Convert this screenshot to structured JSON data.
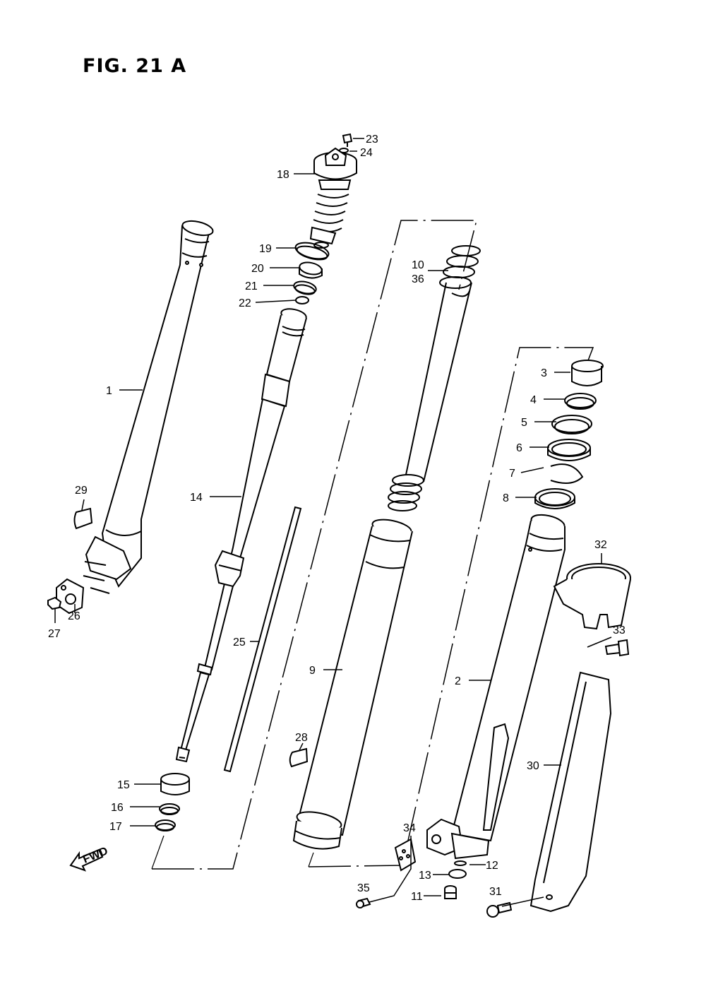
{
  "figure": {
    "title": "FIG. 21 A"
  },
  "fwd_label": "FWD",
  "callouts": [
    {
      "id": "c1",
      "text": "1"
    },
    {
      "id": "c2",
      "text": "2"
    },
    {
      "id": "c3",
      "text": "3"
    },
    {
      "id": "c4",
      "text": "4"
    },
    {
      "id": "c5",
      "text": "5"
    },
    {
      "id": "c6",
      "text": "6"
    },
    {
      "id": "c7",
      "text": "7"
    },
    {
      "id": "c8",
      "text": "8"
    },
    {
      "id": "c9",
      "text": "9"
    },
    {
      "id": "c10",
      "text": "10"
    },
    {
      "id": "c36",
      "text": "36"
    },
    {
      "id": "c11",
      "text": "11"
    },
    {
      "id": "c12",
      "text": "12"
    },
    {
      "id": "c13",
      "text": "13"
    },
    {
      "id": "c14",
      "text": "14"
    },
    {
      "id": "c15",
      "text": "15"
    },
    {
      "id": "c16",
      "text": "16"
    },
    {
      "id": "c17",
      "text": "17"
    },
    {
      "id": "c18",
      "text": "18"
    },
    {
      "id": "c19",
      "text": "19"
    },
    {
      "id": "c20",
      "text": "20"
    },
    {
      "id": "c21",
      "text": "21"
    },
    {
      "id": "c22",
      "text": "22"
    },
    {
      "id": "c23",
      "text": "23"
    },
    {
      "id": "c24",
      "text": "24"
    },
    {
      "id": "c25",
      "text": "25"
    },
    {
      "id": "c26",
      "text": "26"
    },
    {
      "id": "c27",
      "text": "27"
    },
    {
      "id": "c28",
      "text": "28"
    },
    {
      "id": "c29",
      "text": "29"
    },
    {
      "id": "c30",
      "text": "30"
    },
    {
      "id": "c31",
      "text": "31"
    },
    {
      "id": "c32",
      "text": "32"
    },
    {
      "id": "c33",
      "text": "33"
    },
    {
      "id": "c34",
      "text": "34"
    },
    {
      "id": "c35",
      "text": "35"
    }
  ]
}
